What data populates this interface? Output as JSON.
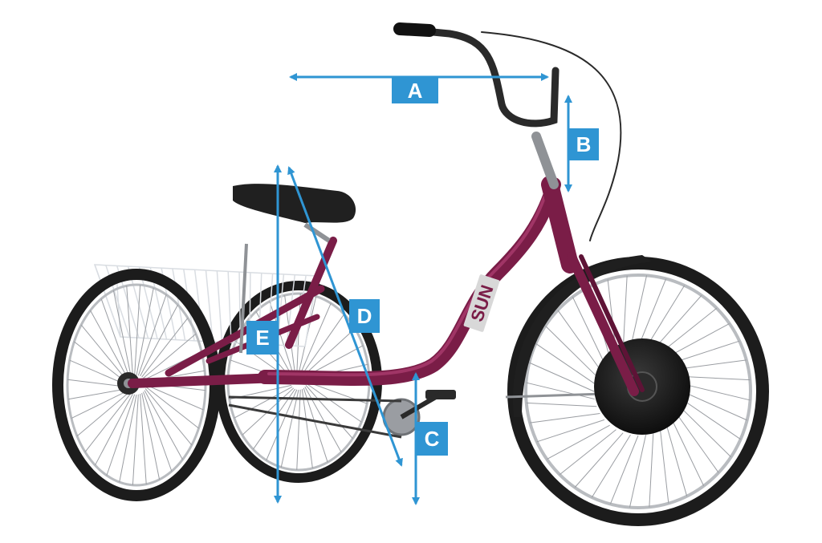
{
  "diagram": {
    "colors": {
      "arrow": "#2f95d3",
      "frame": "#7a1d47",
      "frame_highlight": "#a03566",
      "tire": "#1c1c1c",
      "rim": "#b9bcc0",
      "spoke": "#9a9da2",
      "metal": "#8f9296",
      "basket": "#d9dde2",
      "saddle": "#202020",
      "label_text": "#ffffff"
    },
    "brand_decal": "SUN",
    "dimensions": [
      {
        "id": "A",
        "label": "A",
        "direction": "horizontal"
      },
      {
        "id": "B",
        "label": "B",
        "direction": "vertical"
      },
      {
        "id": "C",
        "label": "C",
        "direction": "vertical"
      },
      {
        "id": "D",
        "label": "D",
        "direction": "diagonal"
      },
      {
        "id": "E",
        "label": "E",
        "direction": "vertical"
      }
    ]
  }
}
